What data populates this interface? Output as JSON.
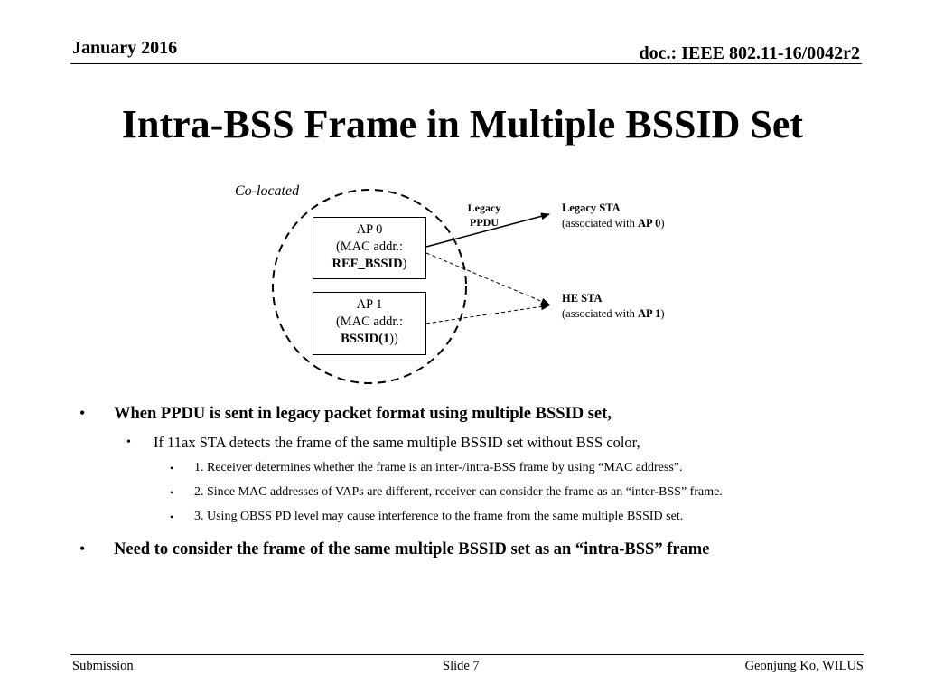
{
  "header": {
    "date": "January 2016",
    "doc": "doc.: IEEE 802.11-16/0042r2"
  },
  "title": "Intra-BSS Frame in Multiple BSSID Set",
  "diagram": {
    "colocated_label": "Co-located",
    "ap0": {
      "line1": "AP 0",
      "line2": "(MAC addr.:",
      "line3_bold": "REF_BSSID",
      "line3_tail": ")"
    },
    "ap1": {
      "line1": "AP 1",
      "line2": "(MAC addr.:",
      "line3_bold": "BSSID(1",
      "line3_tail": "))"
    },
    "legacy_ppdu": {
      "line1": "Legacy",
      "line2": "PPDU"
    },
    "legacy_sta": {
      "name": "Legacy STA",
      "assoc_pre": "(associated with ",
      "assoc_bold": "AP 0",
      "assoc_post": ")"
    },
    "he_sta": {
      "name": "HE STA",
      "assoc_pre": "(associated with ",
      "assoc_bold": "AP 1",
      "assoc_post": ")"
    }
  },
  "bullets": {
    "b1": "When PPDU is sent in legacy packet format using multiple BSSID set,",
    "b1_1": "If 11ax STA detects the frame of the same multiple BSSID set without BSS color,",
    "b1_1_1": "1. Receiver determines whether the frame is an inter-/intra-BSS frame by using “MAC address”.",
    "b1_1_2": "2. Since MAC addresses of VAPs are different, receiver can consider the frame as an “inter-BSS” frame.",
    "b1_1_3": "3. Using OBSS PD level may cause interference to the frame from the same multiple BSSID set.",
    "b2": "Need to consider the frame of the same multiple BSSID set as an “intra-BSS” frame"
  },
  "bullet_symbols": {
    "l1": "•",
    "l2": "•",
    "l3": "•"
  },
  "footer": {
    "left": "Submission",
    "center": "Slide 7",
    "right": "Geonjung Ko, WILUS"
  }
}
